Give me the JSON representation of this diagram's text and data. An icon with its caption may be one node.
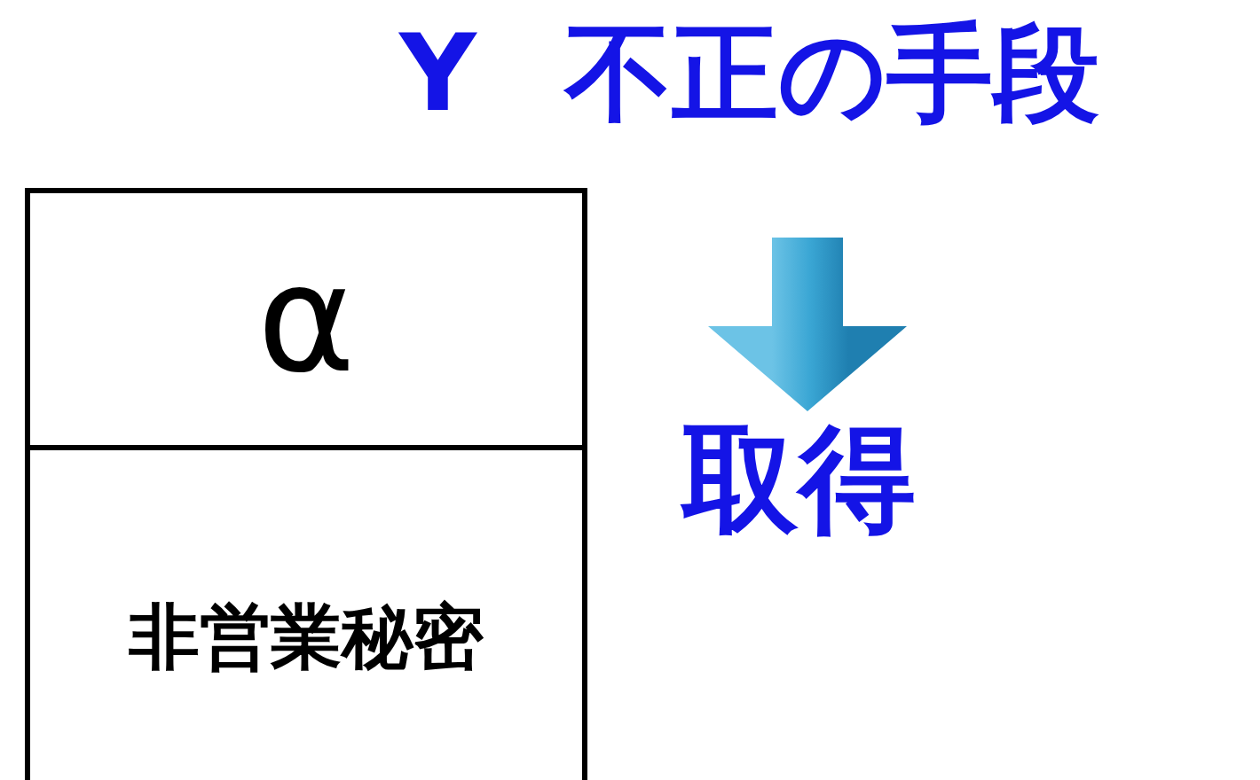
{
  "diagram": {
    "nodes": [
      {
        "text": [
          "α"
        ]
      },
      {
        "text": [
          "非営業秘密"
        ]
      },
      {
        "text": [
          "Y",
          "不正の手段"
        ]
      },
      {
        "text": [
          "取得"
        ]
      }
    ],
    "edges": [
      {
        "from": 2,
        "to": 3,
        "arrow": "to"
      }
    ]
  }
}
